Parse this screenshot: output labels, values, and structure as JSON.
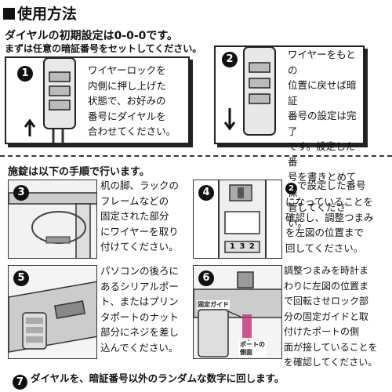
{
  "title": "使用方法",
  "intro": {
    "line1": "ダイヤルの初期設定は0-0-0です。",
    "line2": "まずは任意の暗証番号をセットしてください。"
  },
  "step1": {
    "number": "1",
    "text": "ワイヤーロックを\n内側に押し上げた\n状態で、お好みの\n番号にダイヤルを\n合わせてください。"
  },
  "step2": {
    "number": "2",
    "text": "ワイヤーをもとの\n位置に戻せば暗証\n番号の設定は完了\nです。設定した番\n号を書きとめて保\n管してください。"
  },
  "section2_title": "施錠は以下の手順で行います。",
  "step3": {
    "number": "3",
    "text": "机の脚、ラックの\nフレームなどの\n固定された部分\nにワイヤーを取り\n付けてください。"
  },
  "step4": {
    "number": "4",
    "ref": "2",
    "text": "で設定した番号\nになっていることを\n確認し、調整つまみ\nを左図の位置まで\n回してください。",
    "dial": "1 3 2"
  },
  "step5": {
    "number": "5",
    "text": "パソコンの後ろに\nあるシリアルポー\nト、またはプリン\nタポートのナット\n部分にネジを差し\n込んでください。"
  },
  "step6": {
    "number": "6",
    "text": "調整つまみを時計ま\nわりに左図の位置ま\nで回転させロック部\n分の固定ガイドと取\n付けたポートの側\n面が接していることを\nを確認してください。",
    "label_guide": "固定ガイド",
    "label_port": "ポートの\n側面"
  },
  "step7": {
    "number": "7",
    "text": "ダイヤルを、暗証番号以外のランダムな数字に回します。"
  }
}
